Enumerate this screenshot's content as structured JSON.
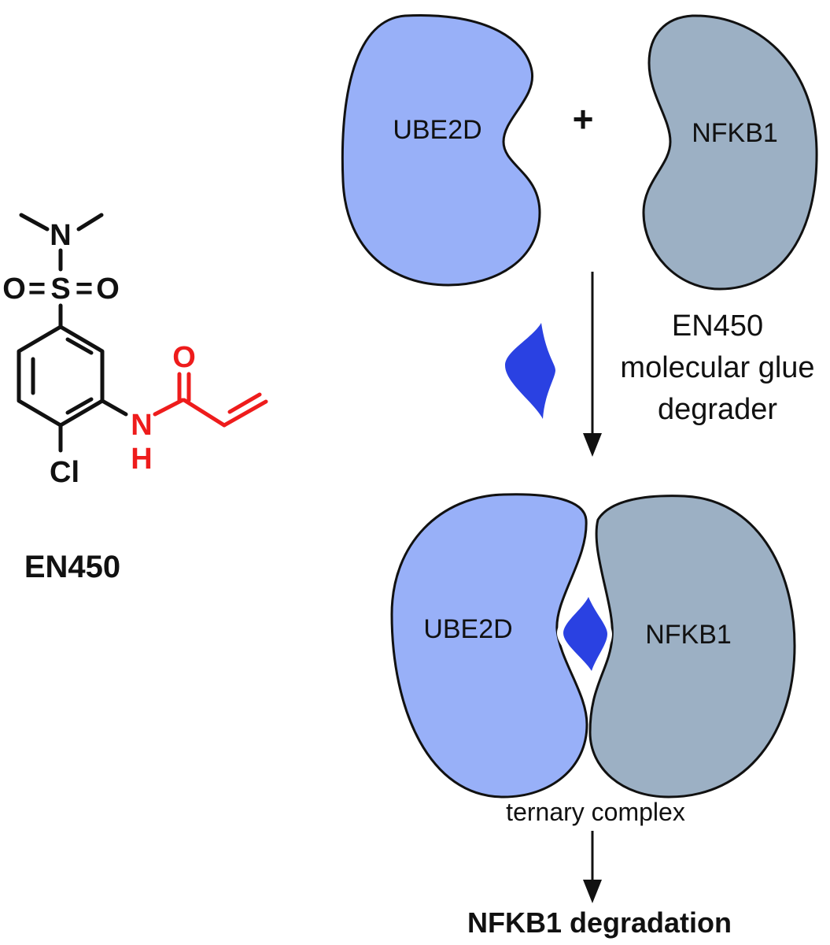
{
  "compound": {
    "name": "EN450",
    "atoms": {
      "n_top": "N",
      "s": "S",
      "o_left": "O",
      "o_right": "O",
      "eq_left": "=",
      "eq_right": "=",
      "o_carbonyl": "O",
      "nh_n": "N",
      "nh_h": "H",
      "cl": "Cl"
    }
  },
  "top_row": {
    "left_protein": "UBE2D",
    "plus": "+",
    "right_protein": "NFKB1"
  },
  "reaction": {
    "label_line1": "EN450",
    "label_line2": "molecular glue",
    "label_line3": "degrader"
  },
  "complex": {
    "left_protein": "UBE2D",
    "right_protein": "NFKB1",
    "caption": "ternary complex"
  },
  "outcome": "NFKB1 degradation",
  "colors": {
    "ube2d_fill": "#98b0f8",
    "nfkb1_fill": "#9cb0c4",
    "glue_fill": "#2a41e2",
    "warhead_red": "#ee1c1c",
    "outline": "#111111"
  }
}
